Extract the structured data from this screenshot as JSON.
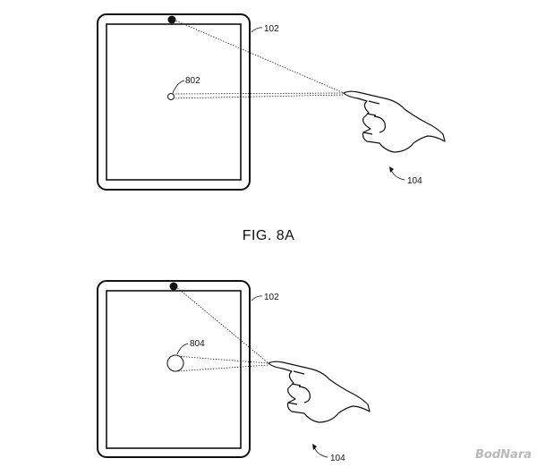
{
  "figure_a": {
    "caption": "FIG. 8A",
    "device_ref": "102",
    "target_ref": "802",
    "user_ref": "104"
  },
  "figure_b": {
    "device_ref": "102",
    "target_ref": "804",
    "user_ref": "104"
  },
  "watermark": "BodNara"
}
